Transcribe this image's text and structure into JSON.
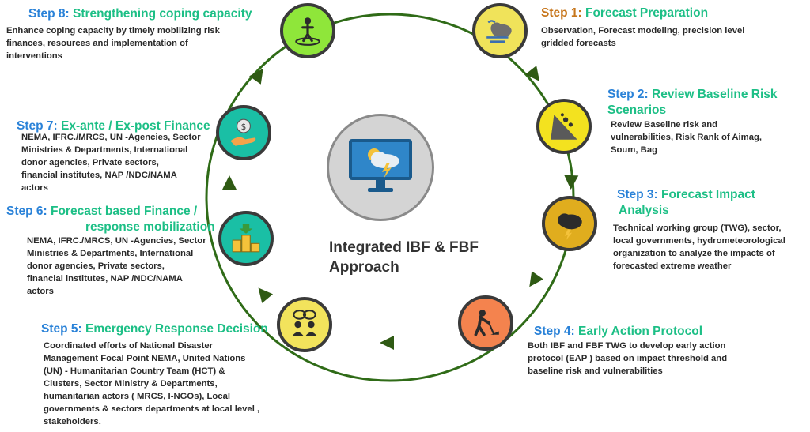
{
  "center": {
    "title_line1": "Integrated IBF & FBF",
    "title_line2": "Approach",
    "icon": "monitor-weather-icon"
  },
  "steps": [
    {
      "num": "Step 1:",
      "title": "Forecast Preparation",
      "title2": "",
      "desc": [
        "Observation, Forecast modeling,  precision level",
        "gridded forecasts"
      ],
      "icon": "weather-cloud-wind-icon",
      "color": "#f0e35a"
    },
    {
      "num": "Step 2:",
      "title": "Review Baseline Risk",
      "title2": "Scenarios",
      "desc": [
        "Review Baseline risk and",
        "vulnerabilities, Risk Rank of Aimag,",
        "Soum, Bag"
      ],
      "icon": "landslide-icon",
      "color": "#f3e21f"
    },
    {
      "num": "Step 3:",
      "title": "Forecast Impact",
      "title2": "Analysis",
      "desc": [
        "Technical working group (TWG), sector,",
        "local governments, hydrometeorological",
        "organization to analyze the impacts of",
        "forecasted extreme weather"
      ],
      "icon": "storm-cloud-icon",
      "color": "#e0ad1e"
    },
    {
      "num": "Step 4:",
      "title": "Early Action Protocol",
      "title2": "",
      "desc": [
        "Both IBF and FBF TWG to develop early action",
        "protocol (EAP ) based on impact threshold and",
        "baseline risk and vulnerabilities"
      ],
      "icon": "worker-digging-icon",
      "color": "#f4834e"
    },
    {
      "num": "Step 5:",
      "title": "Emergency Response Decision",
      "title2": "",
      "desc": [
        "Coordinated   efforts   of   National   Disaster",
        "Management Focal Point NEMA, United Nations",
        "(UN)  -  Humanitarian Country Team (HCT) &",
        "Clusters,    Sector    Ministry    &    Departments,",
        "humanitarian actors (  MRCS,  I-NGOs),  Local",
        "governments & sectors departments at local level ,",
        " stakeholders."
      ],
      "icon": "discussion-people-icon",
      "color": "#f2e35c"
    },
    {
      "num": "Step 6:",
      "title": "Forecast based Finance /",
      "title2": "response mobilization",
      "desc": [
        "NEMA, IFRC./MRCS, UN -Agencies, Sector",
        "Ministries & Departments, International",
        "donor      agencies,      Private      sectors,",
        "financial  institutes,  NAP  /NDC/NAMA",
        "actors"
      ],
      "icon": "coin-stacks-icon",
      "color": "#1abfa5"
    },
    {
      "num": "Step 7:",
      "title": "Ex-ante / Ex-post Finance",
      "title2": "",
      "desc": [
        "NEMA, IFRC./MRCS, UN -Agencies, Sector",
        "Ministries & Departments, International",
        "donor      agencies,      Private      sectors,",
        "financial  institutes,  NAP  /NDC/NAMA",
        "actors"
      ],
      "icon": "money-hand-icon",
      "color": "#1abfa5"
    },
    {
      "num": "Step 8:",
      "title": "Strengthening coping capacity",
      "title2": "",
      "desc": [
        "Enhance coping capacity by timely mobilizing risk",
        "finances,   resources   and   implementation   of",
        "interventions"
      ],
      "icon": "person-target-icon",
      "color": "#8fe63a"
    }
  ]
}
